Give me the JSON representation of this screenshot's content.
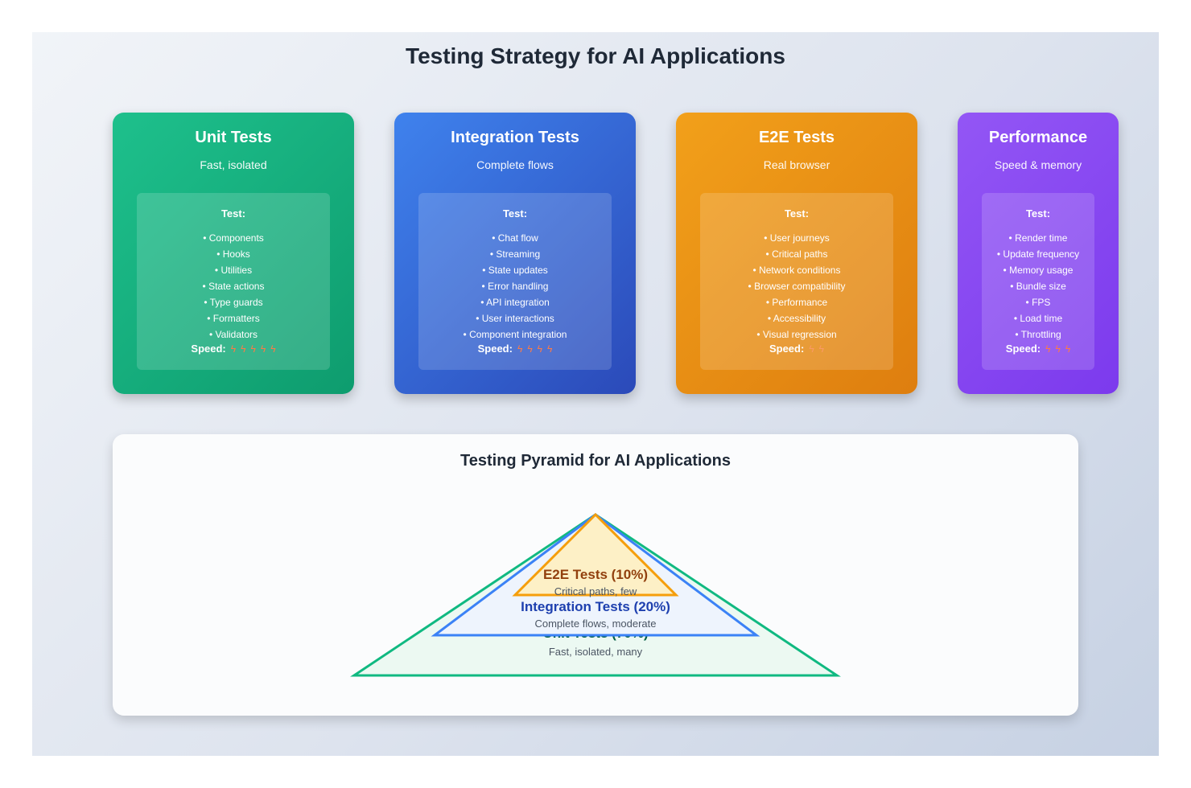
{
  "title": "Testing Strategy for AI Applications",
  "test_label": "Test:",
  "speed_label": "Speed:",
  "speed_icon": "lightning-bolt-icon",
  "cards": [
    {
      "title": "Unit Tests",
      "subtitle": "Fast, isolated",
      "items": [
        "Components",
        "Hooks",
        "Utilities",
        "State actions",
        "Type guards",
        "Formatters",
        "Validators"
      ],
      "speed": 5,
      "color_start": "#1ec08c",
      "color_end": "#0e9c6e"
    },
    {
      "title": "Integration Tests",
      "subtitle": "Complete flows",
      "items": [
        "Chat flow",
        "Streaming",
        "State updates",
        "Error handling",
        "API integration",
        "User interactions",
        "Component integration"
      ],
      "speed": 4,
      "color_start": "#3f82ed",
      "color_end": "#2b4ab9"
    },
    {
      "title": "E2E Tests",
      "subtitle": "Real browser",
      "items": [
        "User journeys",
        "Critical paths",
        "Network conditions",
        "Browser compatibility",
        "Performance",
        "Accessibility",
        "Visual regression"
      ],
      "speed": 2,
      "color_start": "#f2a01a",
      "color_end": "#de7e0f"
    },
    {
      "title": "Performance",
      "subtitle": "Speed & memory",
      "items": [
        "Render time",
        "Update frequency",
        "Memory usage",
        "Bundle size",
        "FPS",
        "Load time",
        "Throttling"
      ],
      "speed": 3,
      "color_start": "#9356f5",
      "color_end": "#7c3aed"
    }
  ],
  "pyramid": {
    "title": "Testing Pyramid for AI Applications",
    "layers": [
      {
        "label": "Unit Tests (70%)",
        "description": "Fast, isolated, many",
        "stroke": "#10b981",
        "fill": "#ecf9f2",
        "text_color": "#065f46"
      },
      {
        "label": "Integration Tests (20%)",
        "description": "Complete flows, moderate",
        "stroke": "#3b82f6",
        "fill": "#eef4fd",
        "text_color": "#1e40af"
      },
      {
        "label": "E2E Tests (10%)",
        "description": "Critical paths, few",
        "stroke": "#f59e0b",
        "fill": "#fdf0c6",
        "text_color": "#92400e"
      }
    ]
  }
}
